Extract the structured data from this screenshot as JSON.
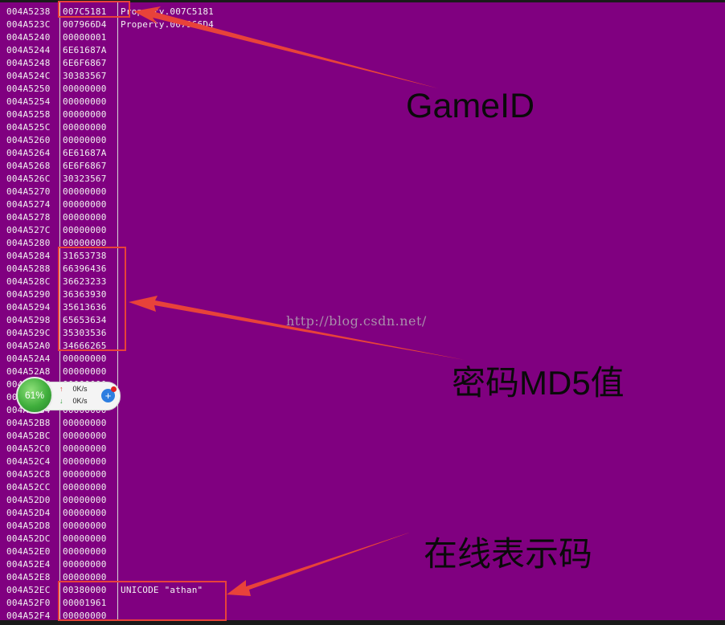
{
  "dump_rows": [
    {
      "addr": "004A5238",
      "val": "007C5181",
      "comment": "Property.007C5181"
    },
    {
      "addr": "004A523C",
      "val": "007966D4",
      "comment": "Property.007966D4"
    },
    {
      "addr": "004A5240",
      "val": "00000001",
      "comment": ""
    },
    {
      "addr": "004A5244",
      "val": "6E61687A",
      "comment": ""
    },
    {
      "addr": "004A5248",
      "val": "6E6F6867",
      "comment": ""
    },
    {
      "addr": "004A524C",
      "val": "30383567",
      "comment": ""
    },
    {
      "addr": "004A5250",
      "val": "00000000",
      "comment": ""
    },
    {
      "addr": "004A5254",
      "val": "00000000",
      "comment": ""
    },
    {
      "addr": "004A5258",
      "val": "00000000",
      "comment": ""
    },
    {
      "addr": "004A525C",
      "val": "00000000",
      "comment": ""
    },
    {
      "addr": "004A5260",
      "val": "00000000",
      "comment": ""
    },
    {
      "addr": "004A5264",
      "val": "6E61687A",
      "comment": ""
    },
    {
      "addr": "004A5268",
      "val": "6E6F6867",
      "comment": ""
    },
    {
      "addr": "004A526C",
      "val": "30323567",
      "comment": ""
    },
    {
      "addr": "004A5270",
      "val": "00000000",
      "comment": ""
    },
    {
      "addr": "004A5274",
      "val": "00000000",
      "comment": ""
    },
    {
      "addr": "004A5278",
      "val": "00000000",
      "comment": ""
    },
    {
      "addr": "004A527C",
      "val": "00000000",
      "comment": ""
    },
    {
      "addr": "004A5280",
      "val": "00000000",
      "comment": ""
    },
    {
      "addr": "004A5284",
      "val": "31653738",
      "comment": ""
    },
    {
      "addr": "004A5288",
      "val": "66396436",
      "comment": ""
    },
    {
      "addr": "004A528C",
      "val": "36623233",
      "comment": ""
    },
    {
      "addr": "004A5290",
      "val": "36363930",
      "comment": ""
    },
    {
      "addr": "004A5294",
      "val": "35613636",
      "comment": ""
    },
    {
      "addr": "004A5298",
      "val": "65653634",
      "comment": ""
    },
    {
      "addr": "004A529C",
      "val": "35303536",
      "comment": ""
    },
    {
      "addr": "004A52A0",
      "val": "34666265",
      "comment": ""
    },
    {
      "addr": "004A52A4",
      "val": "00000000",
      "comment": ""
    },
    {
      "addr": "004A52A8",
      "val": "00000000",
      "comment": ""
    },
    {
      "addr": "004A52AC",
      "val": "00000000",
      "comment": ""
    },
    {
      "addr": "004A52B0",
      "val": "00000000",
      "comment": ""
    },
    {
      "addr": "004A52B4",
      "val": "00000000",
      "comment": ""
    },
    {
      "addr": "004A52B8",
      "val": "00000000",
      "comment": ""
    },
    {
      "addr": "004A52BC",
      "val": "00000000",
      "comment": ""
    },
    {
      "addr": "004A52C0",
      "val": "00000000",
      "comment": ""
    },
    {
      "addr": "004A52C4",
      "val": "00000000",
      "comment": ""
    },
    {
      "addr": "004A52C8",
      "val": "00000000",
      "comment": ""
    },
    {
      "addr": "004A52CC",
      "val": "00000000",
      "comment": ""
    },
    {
      "addr": "004A52D0",
      "val": "00000000",
      "comment": ""
    },
    {
      "addr": "004A52D4",
      "val": "00000000",
      "comment": ""
    },
    {
      "addr": "004A52D8",
      "val": "00000000",
      "comment": ""
    },
    {
      "addr": "004A52DC",
      "val": "00000000",
      "comment": ""
    },
    {
      "addr": "004A52E0",
      "val": "00000000",
      "comment": ""
    },
    {
      "addr": "004A52E4",
      "val": "00000000",
      "comment": ""
    },
    {
      "addr": "004A52E8",
      "val": "00000000",
      "comment": ""
    },
    {
      "addr": "004A52EC",
      "val": "00380000",
      "comment": "UNICODE \"athan\""
    },
    {
      "addr": "004A52F0",
      "val": "00001961",
      "comment": ""
    },
    {
      "addr": "004A52F4",
      "val": "00000000",
      "comment": ""
    }
  ],
  "annotations": {
    "game_id": "GameID",
    "password_md5": "密码MD5值",
    "online_code": "在线表示码"
  },
  "watermark": "http://blog.csdn.net/",
  "net_widget": {
    "percent": "61%",
    "upload": "0K/s",
    "download": "0K/s"
  },
  "colors": {
    "background": "#800080",
    "annotation_red": "#e8423a"
  }
}
